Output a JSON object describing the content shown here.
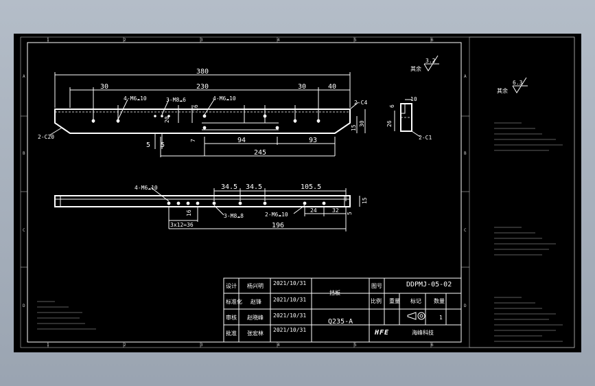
{
  "colors": {
    "background": "#000000",
    "lines": "#ffffff",
    "frame_bg": "#9aa4b1"
  },
  "grid": {
    "columns": [
      "1",
      "2",
      "3",
      "4",
      "5",
      "6"
    ],
    "rows": [
      "A",
      "B",
      "C",
      "D"
    ]
  },
  "front_view": {
    "overall_length": "380",
    "dims_top": [
      "30",
      "230",
      "30",
      "40"
    ],
    "holes_left": "4-M6☁10",
    "holes_mid": "3-M8☁6",
    "holes_right": "4-M6☁10",
    "chamfer_right": "2-C4",
    "chamfer_left": "2-C20",
    "vertical_20": "20",
    "vertical_16": "16",
    "vertical_7": "7",
    "vertical_15": "15",
    "vertical_30": "30",
    "bottom_5a": "5",
    "bottom_5b": "5",
    "dim_94": "94",
    "dim_93": "93",
    "dim_245": "245"
  },
  "side_view": {
    "dim_10": "10",
    "dim_6": "6",
    "dim_26": "26",
    "chamfer": "2-C1"
  },
  "top_view": {
    "holes_left": "4-M6☁10",
    "dim_345a": "34.5",
    "dim_345b": "34.5",
    "dim_1055": "105.5",
    "dim_15": "15",
    "dim_5": "5",
    "dim_16": "16",
    "dim_3x12": "3x12=36",
    "holes_mid": "3-M8☁8",
    "holes_right": "2-M6☁10",
    "dim_24": "24",
    "dim_32": "32",
    "dim_196": "196"
  },
  "surface": {
    "upper_value": "3.2",
    "upper_label": "其余",
    "side_value": "6.3",
    "side_label": "其余"
  },
  "title_block": {
    "designer_label": "设计",
    "designer_name": "杨兴明",
    "checker_label": "标准化",
    "checker_name": "赵锋",
    "reviewer_label": "审核",
    "reviewer_name": "赵晓峰",
    "approver_label": "批准",
    "approver_name": "张宏林",
    "date1": "2021/10/31",
    "date2": "2021/10/31",
    "date3": "2021/10/31",
    "date4": "2021/10/31",
    "part_name": "挡板",
    "material": "Q235-A",
    "drawing_no_label": "图号",
    "drawing_no": "DDPMJ-05-02",
    "ratio_label": "比例",
    "weight_label": "重量",
    "mark_label": "标记",
    "qty_label": "数量",
    "qty": "1",
    "logo": "HFE",
    "company": "海峰科技"
  }
}
